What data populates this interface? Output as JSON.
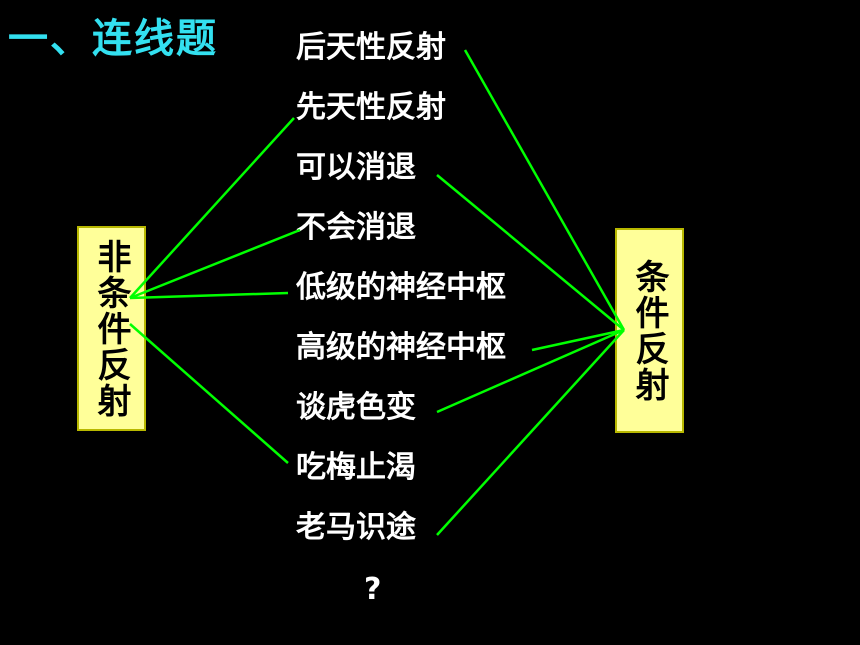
{
  "title": "一、连线题",
  "left_box": "非条件反射",
  "right_box": "条件反射",
  "items": [
    "后天性反射",
    "先天性反射",
    "可以消退",
    "不会消退",
    "低级的神经中枢",
    "高级的神经中枢",
    "谈虎色变",
    "吃梅止渴",
    "老马识途"
  ],
  "question_mark": "?",
  "line_color": "#00ff00",
  "connections": {
    "left_box": [
      "先天性反射",
      "不会消退",
      "低级的神经中枢",
      "吃梅止渴"
    ],
    "right_box": [
      "后天性反射",
      "可以消退",
      "高级的神经中枢",
      "谈虎色变",
      "老马识途"
    ]
  }
}
